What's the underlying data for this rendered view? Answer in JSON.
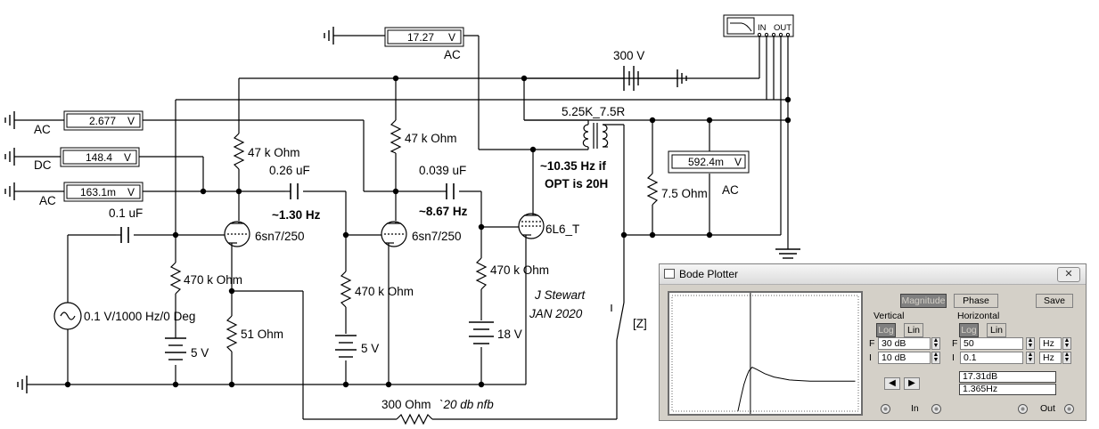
{
  "meters": {
    "m1": {
      "value": "17.27",
      "unit": "V",
      "mode": "AC"
    },
    "m2": {
      "value": "2.677",
      "unit": "V",
      "mode": "AC"
    },
    "m3": {
      "value": "148.4",
      "unit": "V",
      "mode": "DC"
    },
    "m4": {
      "value": "163.1m",
      "unit": "V",
      "mode": "AC"
    },
    "m5": {
      "value": "592.4m",
      "unit": "V",
      "mode": "AC"
    }
  },
  "labels": {
    "supply": "300 V",
    "opt": "5.25K_7.5R",
    "opt_note_1": "~10.35 Hz if",
    "opt_note_2": "OPT is 20H",
    "r_plate1": "47 k Ohm",
    "r_plate2": "47 k Ohm",
    "c_couple1": "0.26 uF",
    "c_couple2": "0.039 uF",
    "c_input": "0.1 uF",
    "f1": "~1.30 Hz",
    "f2": "~8.67 Hz",
    "tube1": "6sn7/250",
    "tube2": "6sn7/250",
    "tube3": "6L6_T",
    "r_grid1": "470 k Ohm",
    "r_grid2": "470 k Ohm",
    "r_grid3": "470 k Ohm",
    "r_cathode": "51  Ohm",
    "r_load": "7.5  Ohm",
    "bat1": "5 V",
    "bat2": "5 V",
    "bat3": "18 V",
    "source": "0.1 V/1000 Hz/0 Deg",
    "author": "J Stewart",
    "date": "JAN 2020",
    "switch": "[Z]",
    "r_fb": "300  Ohm",
    "fb_note": "`20 db nfb",
    "plot_in": "IN",
    "plot_out": "OUT"
  },
  "bode": {
    "title": "Bode Plotter",
    "close": "✕",
    "magnitude": "Magnitude",
    "phase": "Phase",
    "save": "Save",
    "vertical": "Vertical",
    "horizontal": "Horizontal",
    "log": "Log",
    "lin": "Lin",
    "f_label": "F",
    "i_label": "I",
    "v_f": "30 dB",
    "v_i": "10 dB",
    "h_f": "50",
    "h_i": "0.1",
    "h_unit": "Hz",
    "readout_db": "17.31dB",
    "readout_hz": "1.365Hz",
    "in_label": "In",
    "out_label": "Out",
    "curve": {
      "f_min": 0.1,
      "f_max": 50,
      "db_min": 10,
      "db_max": 30,
      "cursor_hz": 1.365,
      "points": [
        [
          0.9,
          10
        ],
        [
          1.0,
          12.5
        ],
        [
          1.1,
          14.6
        ],
        [
          1.2,
          16.0
        ],
        [
          1.3,
          17.0
        ],
        [
          1.45,
          17.6
        ],
        [
          1.7,
          17.2
        ],
        [
          2.2,
          16.5
        ],
        [
          3,
          15.9
        ],
        [
          5,
          15.4
        ],
        [
          10,
          15.2
        ],
        [
          20,
          15.2
        ],
        [
          45,
          15.2
        ]
      ]
    }
  }
}
